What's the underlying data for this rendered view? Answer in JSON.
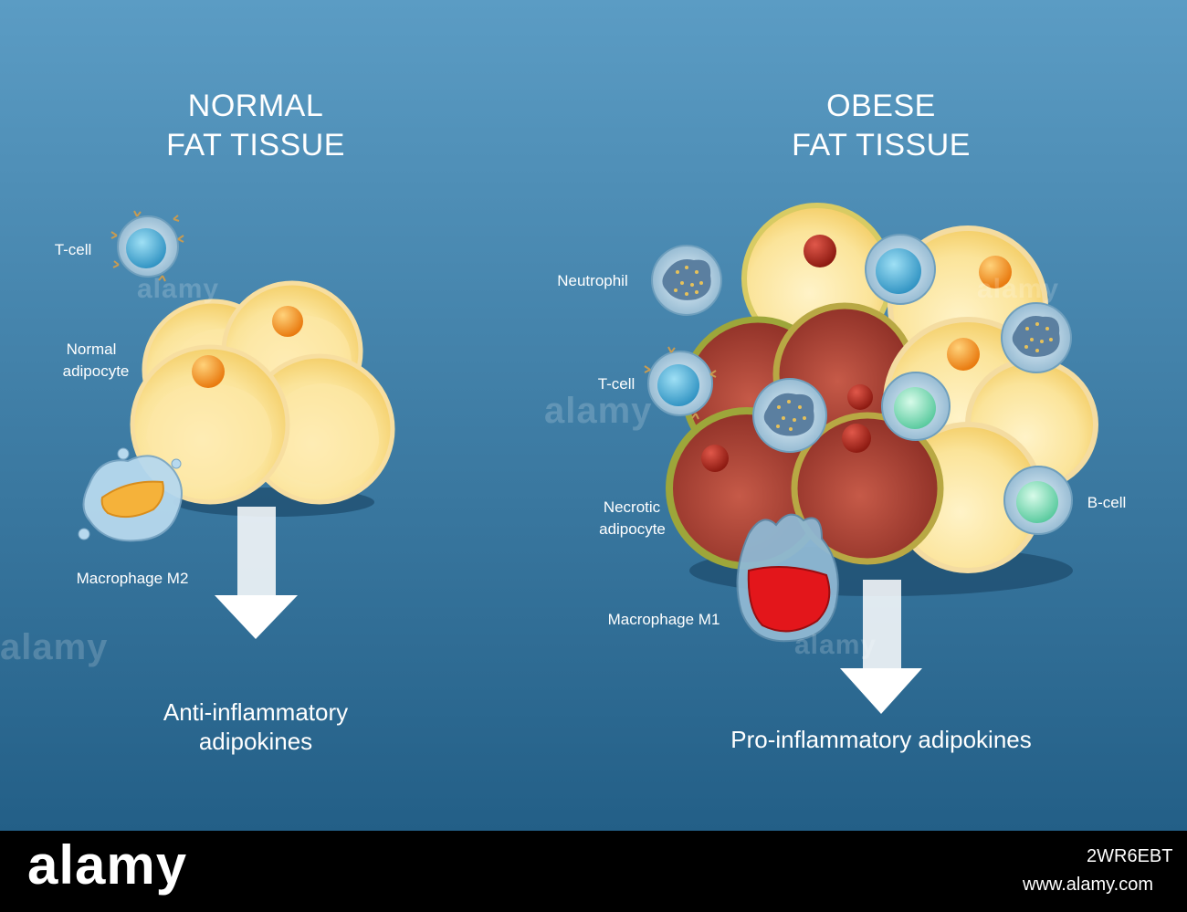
{
  "normal": {
    "title_line1": "NORMAL",
    "title_line2": "FAT TISSUE",
    "label_tcell": "T-cell",
    "label_adipocyte_line1": "Normal",
    "label_adipocyte_line2": "adipocyte",
    "label_macrophage": "Macrophage M2",
    "output_line1": "Anti-inflammatory",
    "output_line2": "adipokines"
  },
  "obese": {
    "title_line1": "OBESE",
    "title_line2": "FAT TISSUE",
    "label_neutrophil": "Neutrophil",
    "label_tcell": "T-cell",
    "label_necrotic_line1": "Necrotic",
    "label_necrotic_line2": "adipocyte",
    "label_macrophage": "Macrophage M1",
    "label_bcell": "B-cell",
    "output": "Pro-inflammatory adipokines"
  },
  "watermark": {
    "text": "alamy",
    "footer_logo": "alamy",
    "image_id": "2WR6EBT",
    "site": "www.alamy.com"
  },
  "colors": {
    "background_top": "#5b9cc4",
    "background_bottom": "#235f87",
    "fat_cell_fill": "#fbe49a",
    "fat_cell_rim": "#f4cf6a",
    "nucleus_orange": "#f28a18",
    "necrotic_fill": "#b6473a",
    "necrotic_rim": "#9da63a",
    "macrophage_m1_red": "#e3161b",
    "macrophage_m2_orange": "#f5b23a",
    "lymphocyte_nucleus": "#3aa7d6",
    "bcell_nucleus": "#7de0b7",
    "footer": "#000000"
  }
}
